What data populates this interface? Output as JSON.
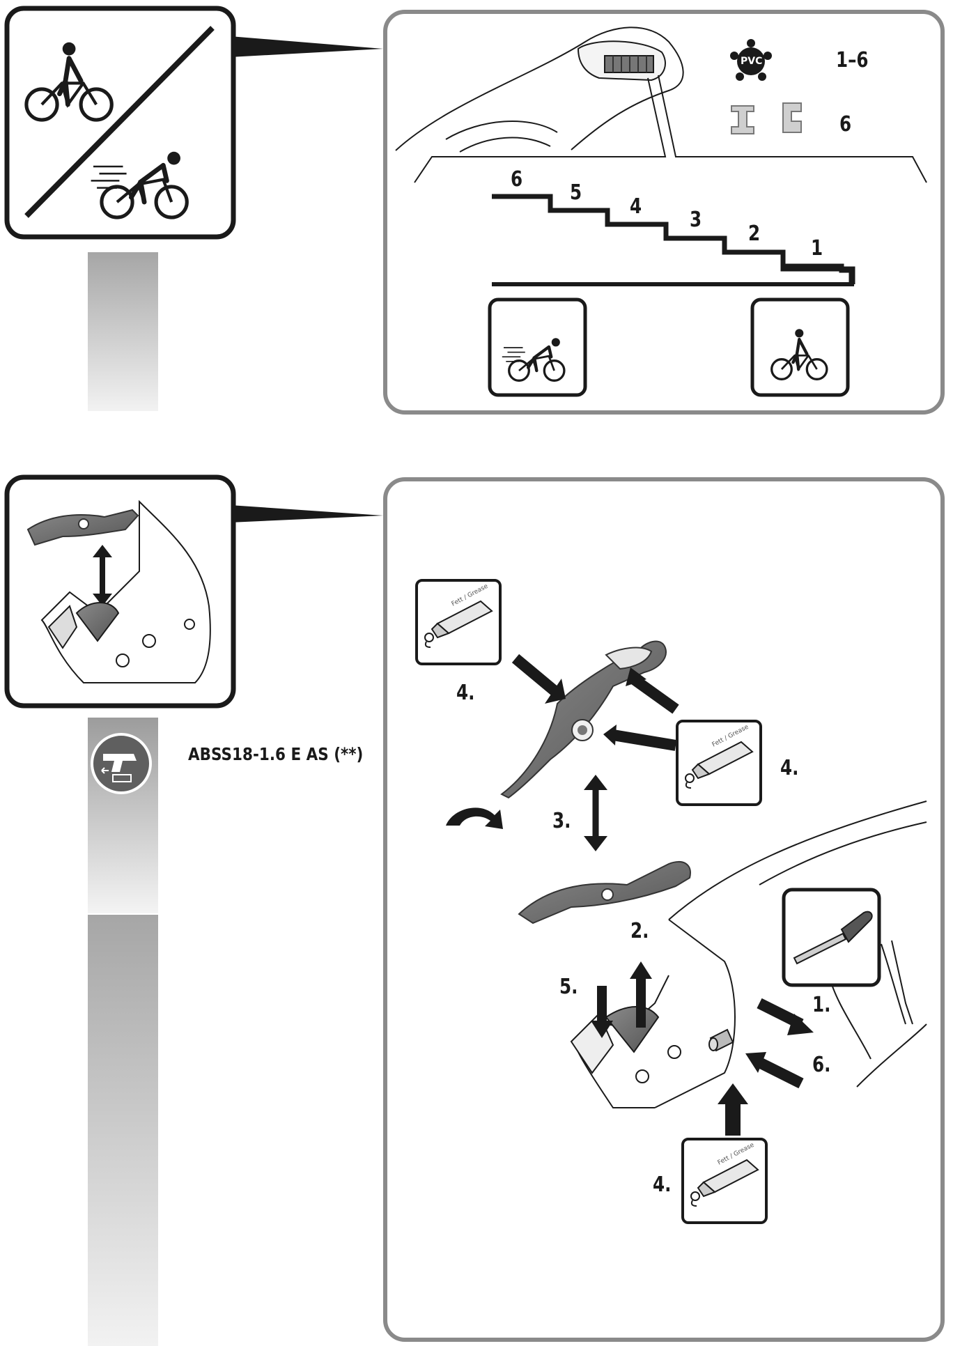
{
  "top_panel": {
    "materials": [
      {
        "icon": "pvc-icon",
        "badge": "PVC",
        "range": "1–6"
      },
      {
        "icon": "metal-profile-icon",
        "range": "6"
      }
    ],
    "speed_steps": [
      "6",
      "5",
      "4",
      "3",
      "2",
      "1"
    ]
  },
  "bottom_panel": {
    "model_label": "ABSS18-1.6 E AS (**)",
    "grease_text": "Fett / Grease",
    "steps": [
      {
        "id": "step-4-top",
        "label": "4."
      },
      {
        "id": "step-4-right",
        "label": "4."
      },
      {
        "id": "step-3",
        "label": "3."
      },
      {
        "id": "step-2",
        "label": "2."
      },
      {
        "id": "step-5",
        "label": "5."
      },
      {
        "id": "step-1",
        "label": "1."
      },
      {
        "id": "step-6",
        "label": "6."
      },
      {
        "id": "step-4-bottom",
        "label": "4."
      }
    ]
  },
  "colors": {
    "frame": "#8a8a8a",
    "ink": "#1a1a1a",
    "part_gray": "#6f6f6f"
  }
}
